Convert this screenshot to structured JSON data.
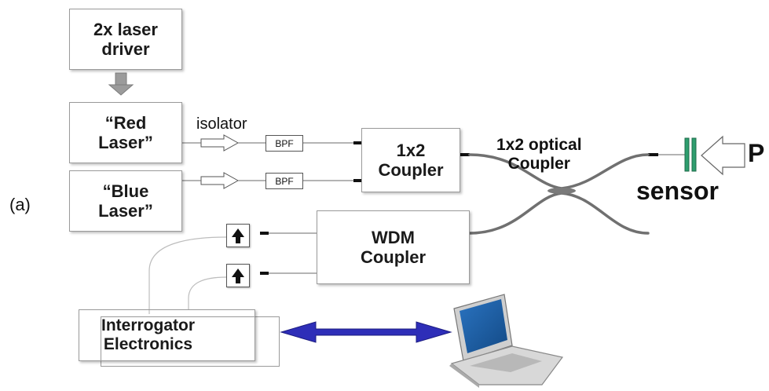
{
  "panel_label": "(a)",
  "boxes": {
    "laser_driver": "2x laser\ndriver",
    "red_laser": "“Red\nLaser”",
    "blue_laser": "“Blue\nLaser”",
    "coupler_1x2": "1x2\nCoupler",
    "wdm_coupler": "WDM\nCoupler",
    "interrogator": "Interrogator\nElectronics"
  },
  "labels": {
    "isolator": "isolator",
    "bpf_top": "BPF",
    "bpf_bottom": "BPF",
    "optical_coupler": "1x2 optical\nCoupler",
    "sensor": "sensor",
    "pressure": "P"
  },
  "colors": {
    "fiber": "#707070",
    "double_arrow": "#2e2eb8",
    "sensor_green": "#2e9e6e",
    "laptop_screen": "#1e5a9c"
  }
}
